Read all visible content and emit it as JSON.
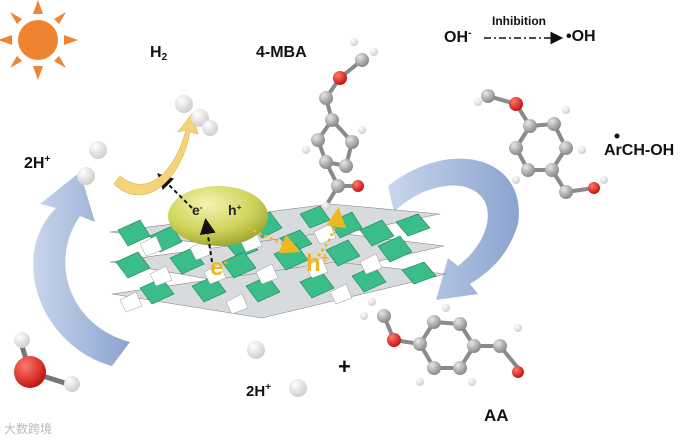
{
  "labels": {
    "h2": "H",
    "h2_sub": "2",
    "mba": "4-MBA",
    "two_h_top": "2H",
    "two_h_top_sup": "+",
    "two_h_bottom": "2H",
    "two_h_bottom_sup": "+",
    "plus": "+",
    "aa": "AA",
    "radical": "ArCH-OH",
    "oh_minus": "OH",
    "oh_minus_sup": "-",
    "inhibition": "Inhibition",
    "oh_radical": "•OH"
  },
  "carriers": {
    "electron_small": "e",
    "electron_small_sup": "-",
    "hole_small": "h",
    "hole_small_sup": "+",
    "electron_big": "e",
    "electron_big_sup": "-",
    "hole_big": "h",
    "hole_big_sup": "+"
  },
  "watermark": "大数跨境",
  "colors": {
    "sun": "#ee8430",
    "octahedron_green": "#3bbd89",
    "octahedron_gray": "#cfd2d4",
    "cocatalyst": "#d4d860",
    "flow_arrow": "#9db4d8",
    "carrier_text": "#f0b820",
    "oxygen": "#e8231f",
    "carbon": "#9c9c9c"
  }
}
